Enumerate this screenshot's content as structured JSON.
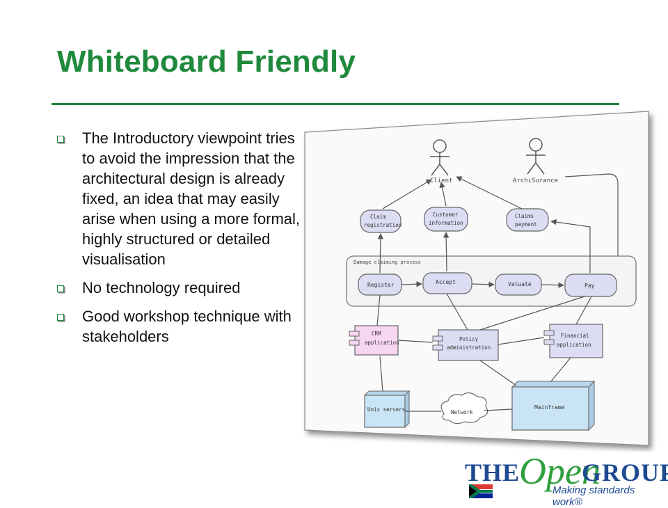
{
  "slide": {
    "title": "Whiteboard Friendly",
    "bullets": [
      "The Introductory viewpoint  tries to avoid the impression that the architectural design is already fixed, an idea that may easily arise when using a more formal, highly structured or detailed visualisation",
      "No technology required",
      "Good workshop technique with stakeholders"
    ]
  },
  "sketch": {
    "actors": [
      "Client",
      "ArchiSurance"
    ],
    "services": [
      "Claim registration",
      "Customer information",
      "Claims payment"
    ],
    "process_group": "Damage claiming process",
    "processes": [
      "Register",
      "Accept",
      "Valuate",
      "Pay"
    ],
    "applications": [
      "CRM application",
      "Policy administration",
      "Financial application"
    ],
    "infrastructure": [
      "Unix servers",
      "Network",
      "Mainframe"
    ]
  },
  "logo": {
    "the": "THE",
    "open": "Open",
    "group": "GROUP",
    "tagline": "Making standards work®"
  },
  "colors": {
    "title_green": "#1f8a3c",
    "service_fill": "#dcdcf2",
    "app_fill": "#f6d6f0",
    "infra_fill": "#c9e4f5",
    "logo_blue": "#1e4a91"
  }
}
